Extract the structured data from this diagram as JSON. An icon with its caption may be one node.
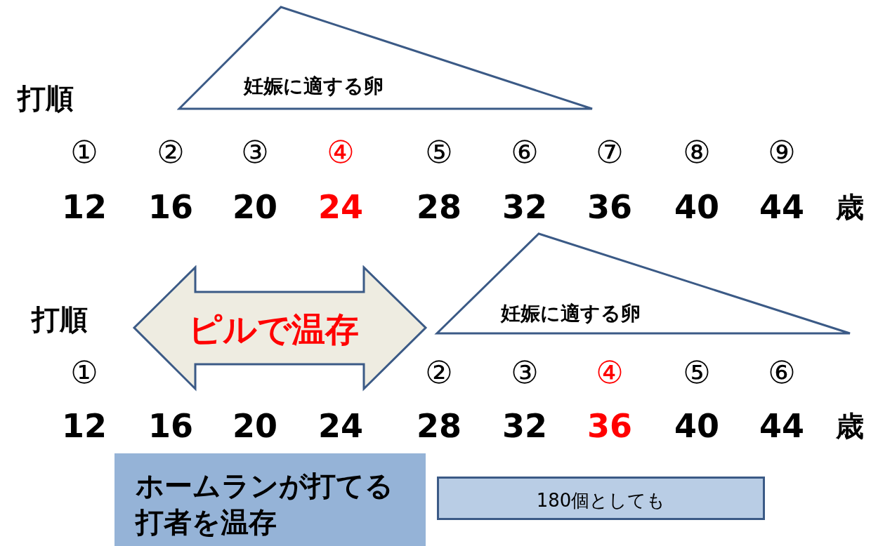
{
  "diagram": {
    "nodes": [
      {
        "text": [
          "妊娠に適する卵"
        ]
      },
      {
        "text": [
          "妊娠に適する卵"
        ]
      },
      {
        "text": [
          "ピルで温存"
        ]
      },
      {
        "text": [
          "ホームランが打てる打者を温存"
        ]
      },
      {
        "text": [
          "180個としても"
        ]
      }
    ],
    "edges": [],
    "labels": [
      "打順",
      "①",
      "②",
      "③",
      "④",
      "⑤",
      "⑥",
      "⑦",
      "⑧",
      "⑨",
      "12",
      "16",
      "20",
      "24",
      "28",
      "32",
      "36",
      "40",
      "44",
      "歳",
      "打順",
      "①",
      "②",
      "③",
      "④",
      "⑤",
      "⑥",
      "12",
      "16",
      "20",
      "24",
      "28",
      "32",
      "36",
      "40",
      "44",
      "歳"
    ]
  }
}
